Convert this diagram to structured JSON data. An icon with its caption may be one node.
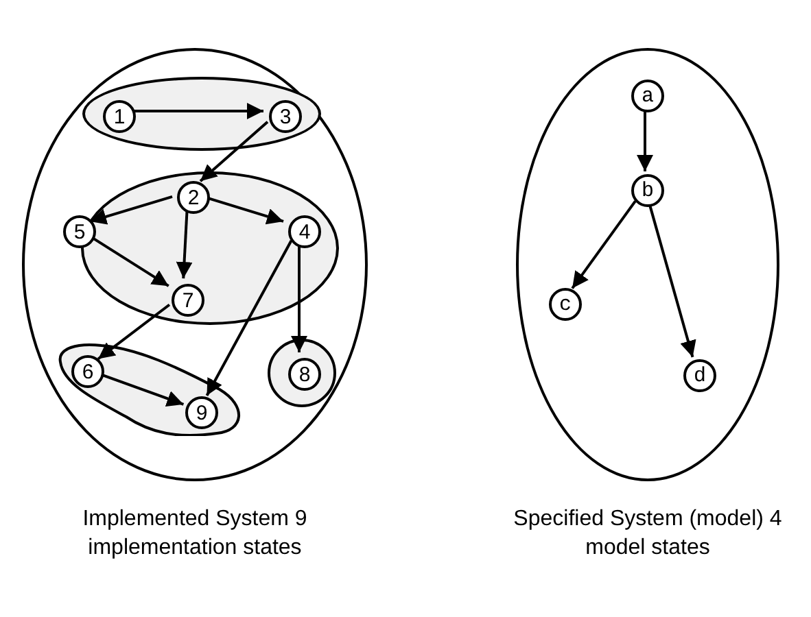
{
  "diagram": {
    "nodes": [
      {
        "text": [],
        "shape": "ellipse",
        "beside": [
          "Implemented System 9 implementation states"
        ]
      },
      {
        "text": [],
        "shape": "ellipse",
        "in": 0
      },
      {
        "text": [
          "1"
        ],
        "in": 1
      },
      {
        "text": [
          "3"
        ],
        "in": 1
      },
      {
        "text": [],
        "shape": "ellipse",
        "in": 0
      },
      {
        "text": [
          "2"
        ],
        "in": 4
      },
      {
        "text": [
          "5"
        ],
        "in": 4
      },
      {
        "text": [
          "4"
        ],
        "in": 4
      },
      {
        "text": [
          "7"
        ],
        "in": 4
      },
      {
        "text": [],
        "shape": "blob",
        "in": 0
      },
      {
        "text": [
          "6"
        ],
        "in": 9
      },
      {
        "text": [
          "9"
        ],
        "in": 9
      },
      {
        "text": [],
        "shape": "circle",
        "in": 0
      },
      {
        "text": [
          "8"
        ],
        "in": 12
      },
      {
        "text": [],
        "shape": "ellipse",
        "beside": [
          "Specified System (model) 4 model states"
        ]
      },
      {
        "text": [
          "a"
        ],
        "in": 14
      },
      {
        "text": [
          "b"
        ],
        "in": 14
      },
      {
        "text": [
          "c"
        ],
        "in": 14
      },
      {
        "text": [
          "d"
        ],
        "in": 14
      }
    ],
    "edges": [
      {
        "from": 2,
        "to": 3,
        "arrow": "to"
      },
      {
        "from": 3,
        "to": 5,
        "arrow": "to"
      },
      {
        "from": 5,
        "to": 6,
        "arrow": "to"
      },
      {
        "from": 5,
        "to": 8,
        "arrow": "to"
      },
      {
        "from": 5,
        "to": 7,
        "arrow": "to"
      },
      {
        "from": 6,
        "to": 8,
        "arrow": "to"
      },
      {
        "from": 7,
        "to": 11,
        "arrow": "to"
      },
      {
        "from": 7,
        "to": 13,
        "arrow": "to"
      },
      {
        "from": 8,
        "to": 10,
        "arrow": "to"
      },
      {
        "from": 10,
        "to": 11,
        "arrow": "to"
      },
      {
        "from": 15,
        "to": 16,
        "arrow": "to"
      },
      {
        "from": 16,
        "to": 17,
        "arrow": "to"
      },
      {
        "from": 16,
        "to": 18,
        "arrow": "to"
      }
    ]
  }
}
